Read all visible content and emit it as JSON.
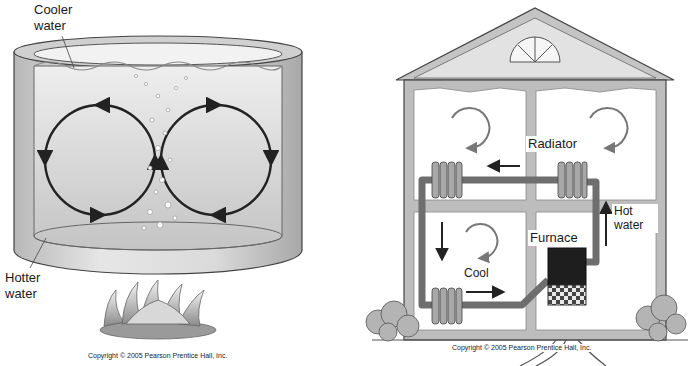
{
  "diagram": {
    "labels": [
      "Cooler water",
      "Hotter water",
      "Copyright © 2005 Pearson Prentice Hall, Inc.",
      "Radiator",
      "Furnace",
      "Hot water",
      "Cool",
      "Copyright © 2005 Pearson Prentice Hall, Inc."
    ]
  }
}
